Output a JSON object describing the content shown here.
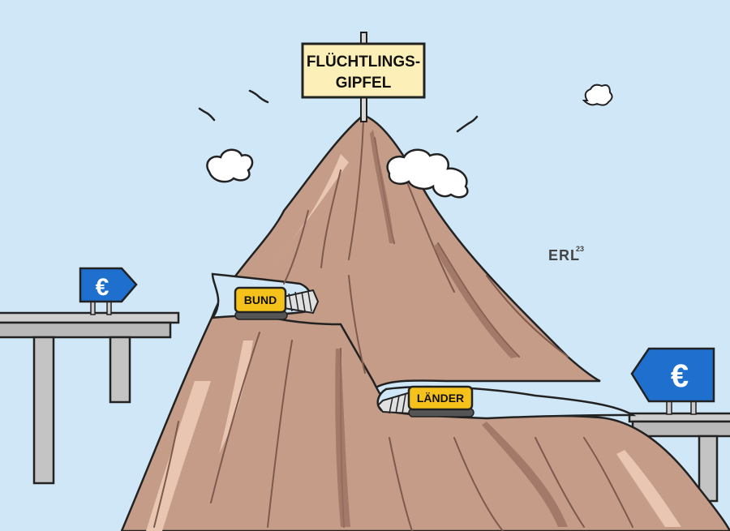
{
  "summit_sign": {
    "line1": "FLÜCHTLINGS-",
    "line2": "GIPFEL"
  },
  "signature": "ERL",
  "signature_year": "23",
  "left_road_sign": "€",
  "right_road_sign": "€",
  "drill_left": {
    "label": "BUND"
  },
  "drill_right": {
    "label": "LÄNDER"
  },
  "colors": {
    "sky": "#cfe7f6",
    "mountain": "#c59c88",
    "mountain_dark": "#9a7262",
    "mountain_light": "#e8c6b2",
    "bridge": "#b9b9b9",
    "sign_blue": "#1f6fcf",
    "summit_sign_bg": "#fcefb8",
    "drill_yellow": "#f5c21b"
  }
}
